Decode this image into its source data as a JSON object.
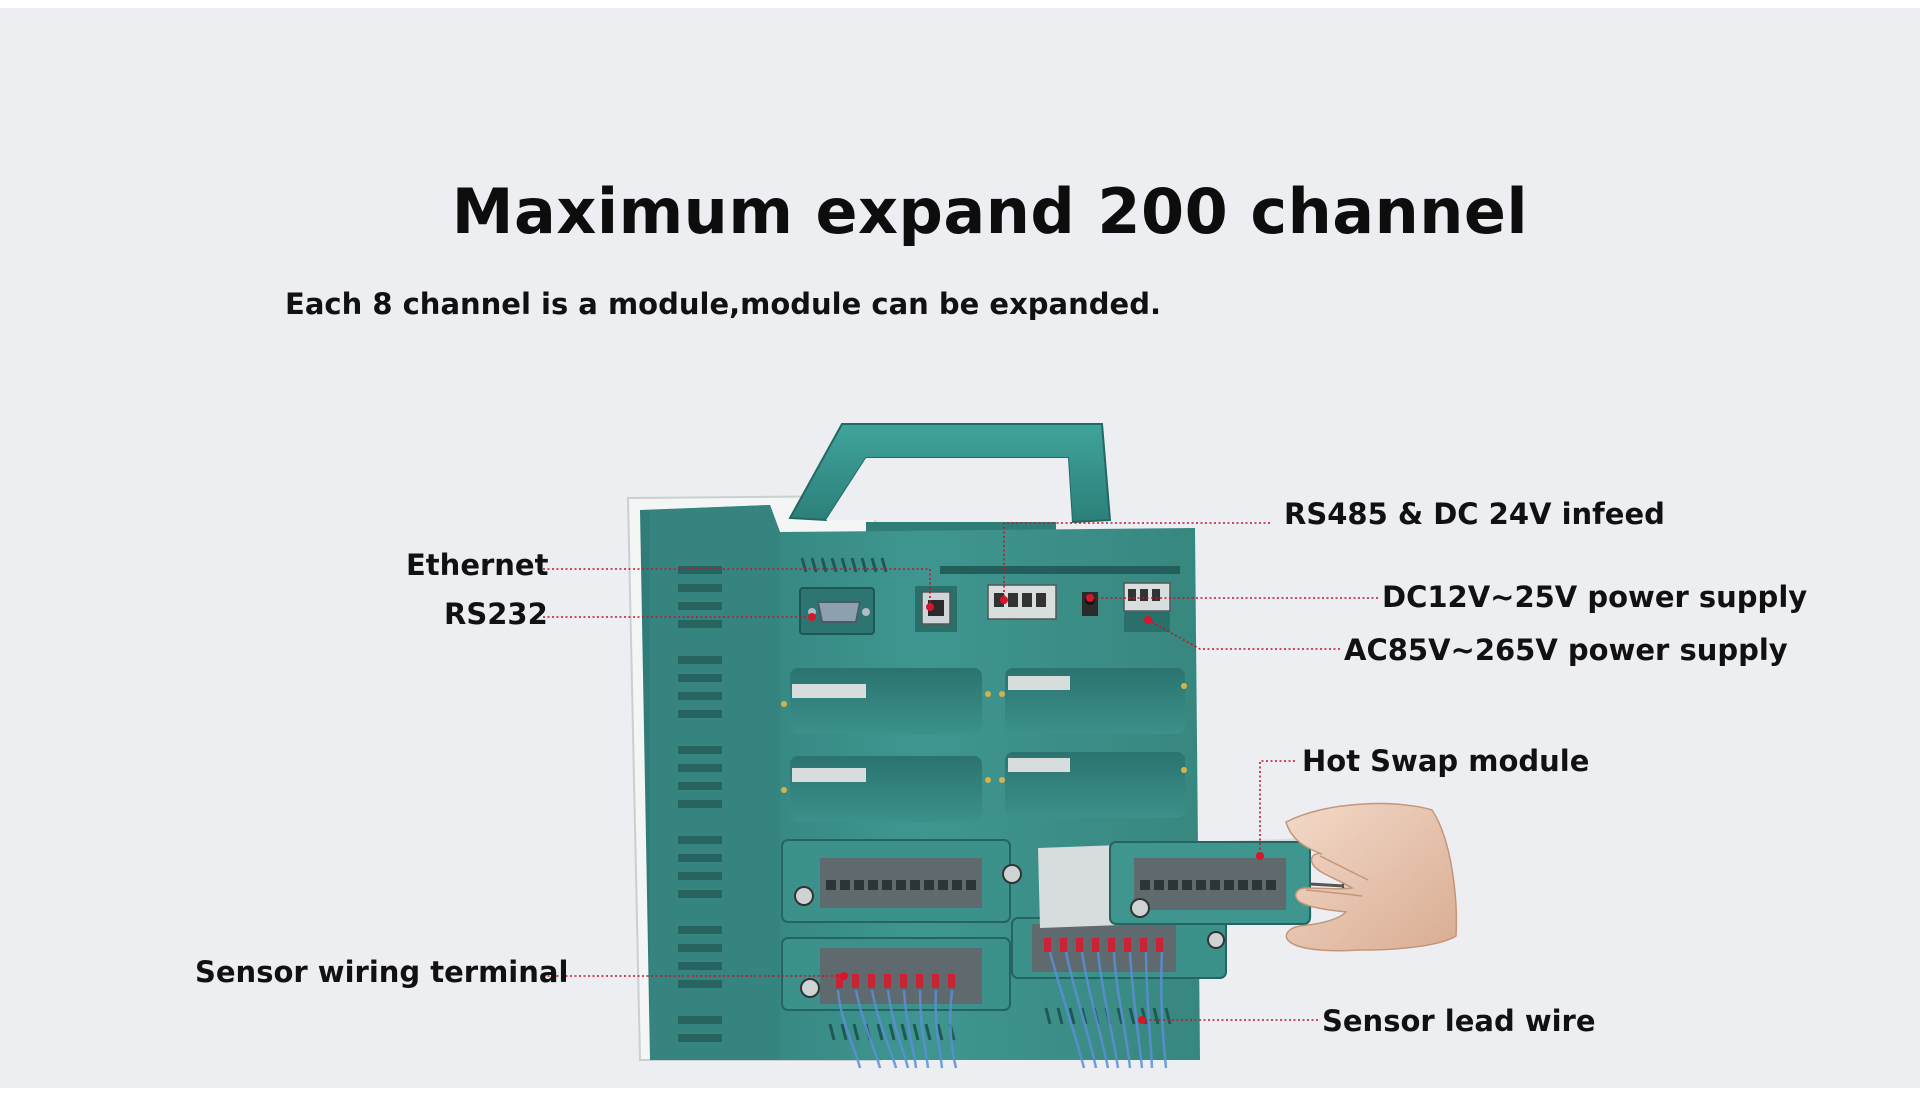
{
  "heading": {
    "title": "Maximum expand 200 channel",
    "subtitle": "Each 8 channel is a module,module can be expanded."
  },
  "callouts": {
    "ethernet": "Ethernet",
    "rs232": "RS232",
    "rs485": "RS485 & DC 24V infeed",
    "dc_power": "DC12V~25V power supply",
    "ac_power": "AC85V~265V power supply",
    "hot_swap": "Hot Swap module",
    "sensor_terminal": "Sensor wiring terminal",
    "sensor_lead": "Sensor lead wire"
  },
  "colors": {
    "background": "#eceef2",
    "device_body": "#3c8f8a",
    "device_dark": "#2a6f6b",
    "leader": "#c0162a"
  }
}
